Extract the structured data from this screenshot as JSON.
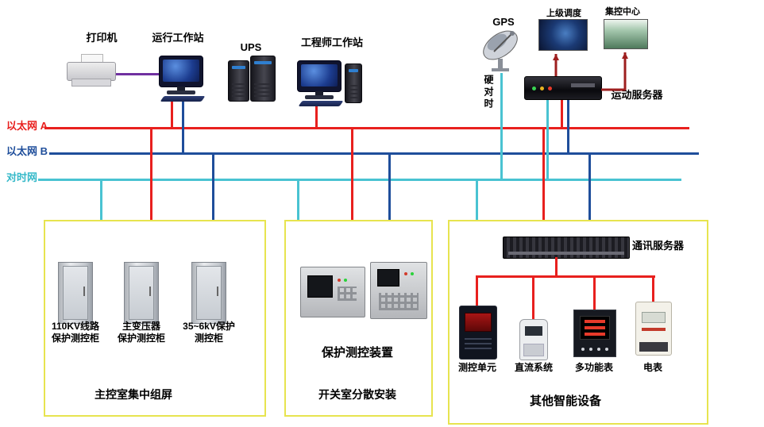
{
  "devices": {
    "printer": {
      "label": "打印机"
    },
    "operator_ws": {
      "label": "运行工作站"
    },
    "ups": {
      "label": "UPS"
    },
    "engineer_ws": {
      "label": "工程师工作站"
    },
    "gps": {
      "label": "GPS"
    },
    "superior_dispatch": {
      "label": "上级调度"
    },
    "central_control": {
      "label": "集控中心"
    },
    "telecontrol_server": {
      "label": "运动服务器"
    },
    "hard_time_sync": {
      "label": "硬对时"
    }
  },
  "buses": {
    "ethernet_a": {
      "label": "以太网 A",
      "color": "#e8201e"
    },
    "ethernet_b": {
      "label": "以太网 B",
      "color": "#1f4e9b"
    },
    "time_sync": {
      "label": "对时网",
      "color": "#49c3d2"
    }
  },
  "panels": {
    "main_control_room": {
      "title": "主控室集中组屏",
      "cabinets": [
        {
          "label": "110KV线路\n保护测控柜"
        },
        {
          "label": "主变压器\n保护测控柜"
        },
        {
          "label": "35~6kV保护\n测控柜"
        }
      ]
    },
    "switch_room": {
      "title": "开关室分散安装",
      "device_label": "保护测控装置"
    },
    "other_devices": {
      "title": "其他智能设备",
      "server_label": "通讯服务器",
      "devices": [
        {
          "label": "测控单元"
        },
        {
          "label": "直流系统"
        },
        {
          "label": "多功能表"
        },
        {
          "label": "电表"
        }
      ]
    }
  }
}
